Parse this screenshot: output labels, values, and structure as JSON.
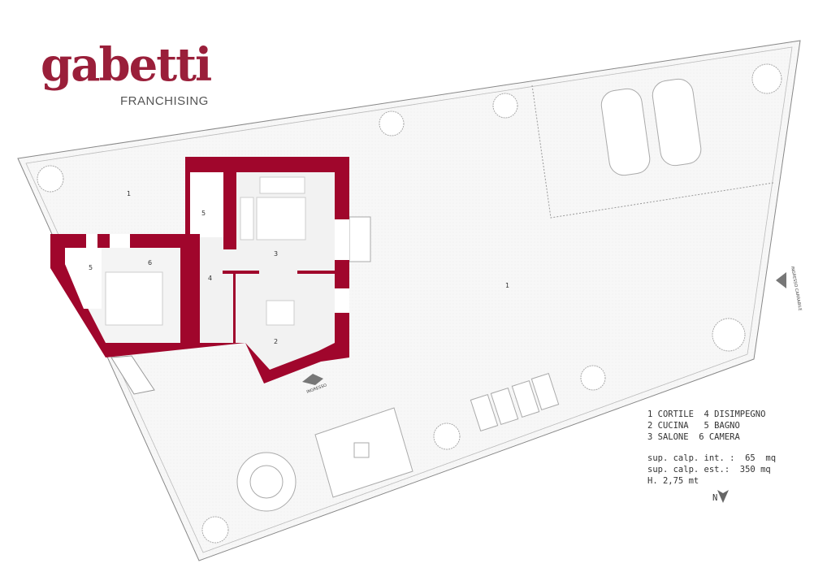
{
  "brand": {
    "name": "gabetti",
    "subtitle": "FRANCHISING",
    "color": "#9a1f3a"
  },
  "plan": {
    "wall_color": "#a0062c",
    "room_numbers": {
      "cortile_a": "1",
      "cortile_b": "1",
      "cucina": "2",
      "salone": "3",
      "disimpegno": "4",
      "bagno_a": "5",
      "bagno_b": "5",
      "camera": "6"
    },
    "entrance_label": "INGRESSO",
    "carriage_entrance_label": "INGRESSO CARRABILE"
  },
  "legend": {
    "rooms": [
      "1 CORTILE  4 DISIMPEGNO",
      "2 CUCINA   5 BAGNO",
      "3 SALONE  6 CAMERA"
    ],
    "areas": [
      "sup. calp. int. :  65  mq",
      "sup. calp. est.:  350 mq",
      "H. 2,75 mt"
    ],
    "north": "N"
  }
}
